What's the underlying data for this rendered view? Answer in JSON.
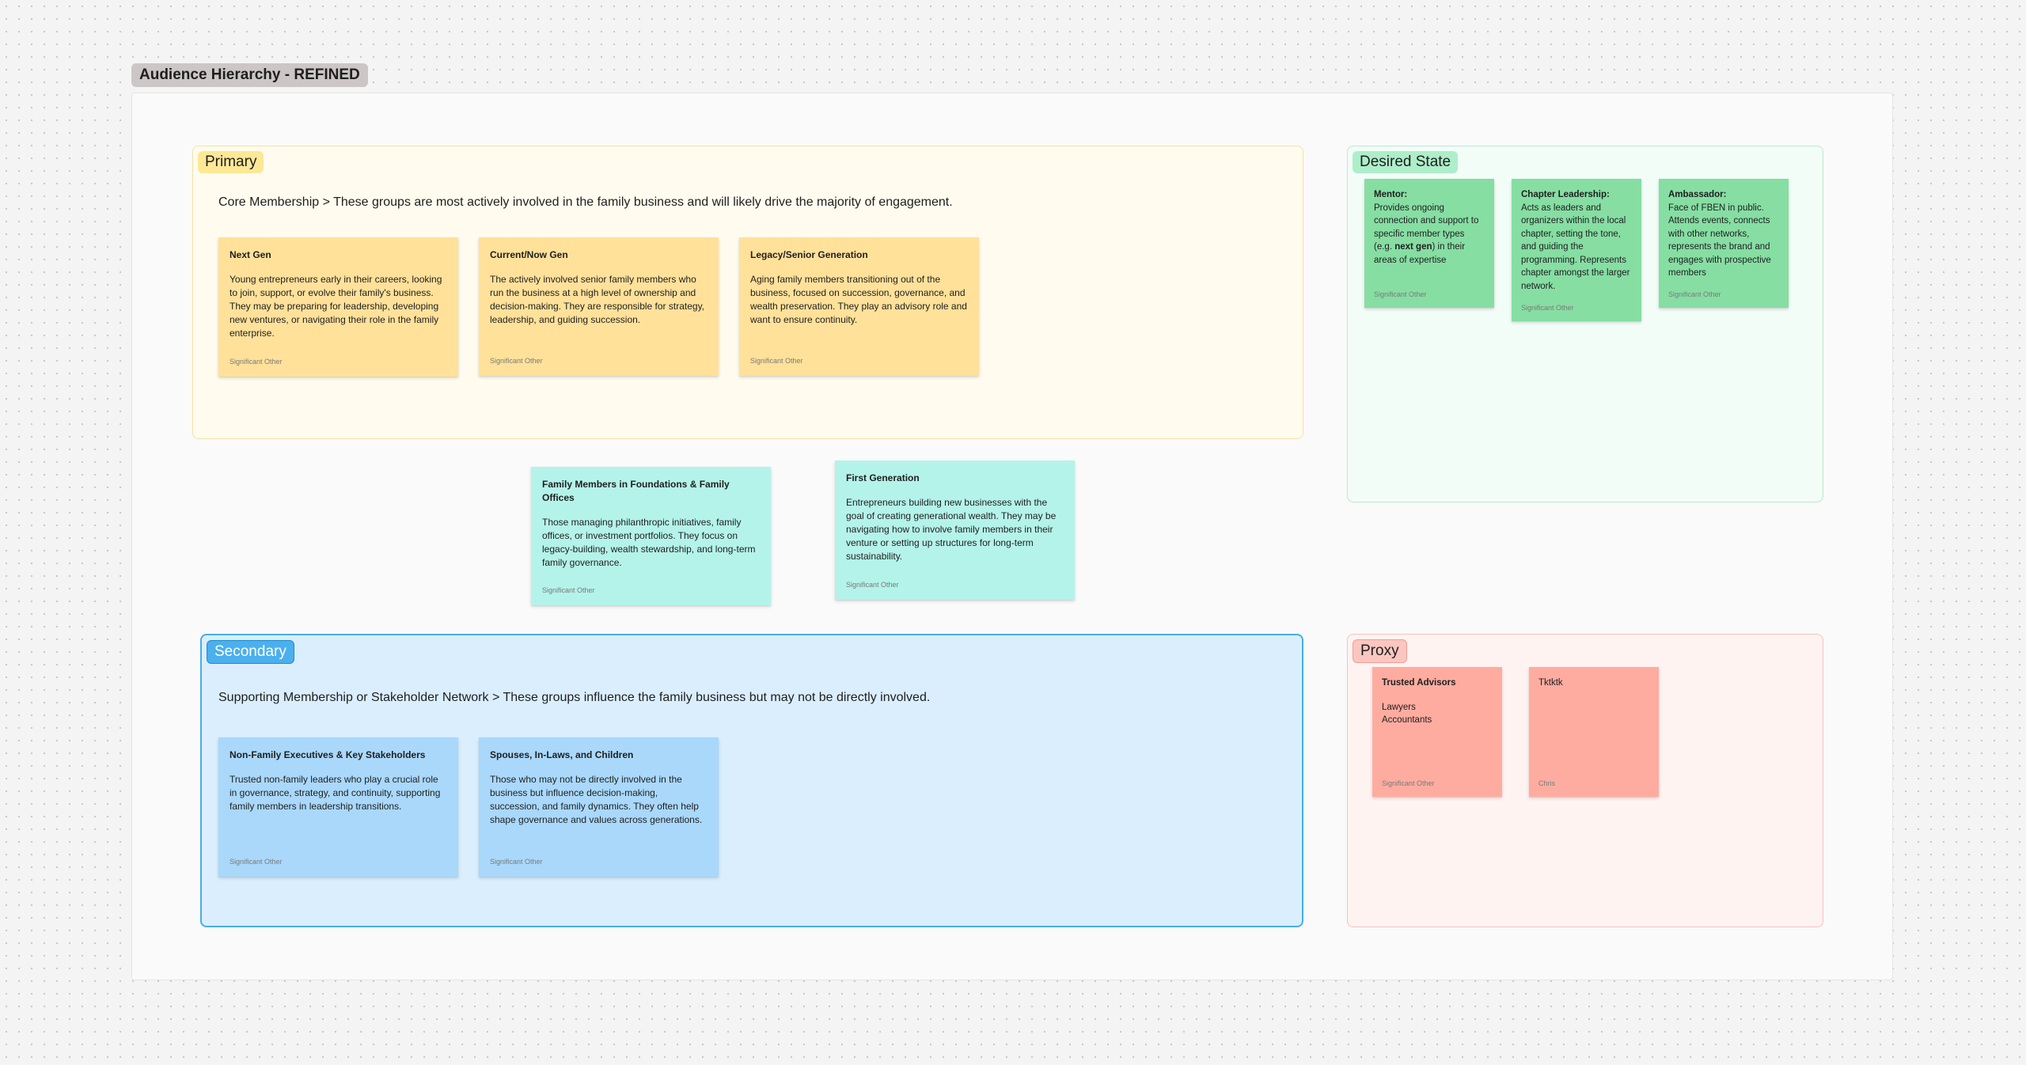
{
  "board": {
    "frame_title": "Audience Hierarchy - REFINED"
  },
  "primary": {
    "label": "Primary",
    "description": "Core Membership > These groups are most actively involved in the family business and will likely drive the majority of engagement.",
    "stickies": [
      {
        "title": "Next Gen",
        "body": "Young entrepreneurs early in their careers, looking to join, support, or evolve their family's business. They may be preparing for leadership, developing new ventures, or navigating their role in the family enterprise.",
        "author": "Significant Other"
      },
      {
        "title": "Current/Now Gen",
        "body": "The actively involved senior family members who run the business at a high level of ownership and decision-making. They are responsible for strategy, leadership, and guiding succession.",
        "author": "Significant Other"
      },
      {
        "title": "Legacy/Senior Generation",
        "body": "Aging family members transitioning out of the business, focused on succession, governance, and wealth preservation. They play an advisory role and want to ensure continuity.",
        "author": "Significant Other"
      }
    ]
  },
  "floating": [
    {
      "title": "Family Members in Foundations & Family Offices",
      "body": "Those managing philanthropic initiatives, family offices, or investment portfolios. They focus on legacy-building, wealth stewardship, and long-term family governance.",
      "author": "Significant Other"
    },
    {
      "title": "First Generation",
      "body": "Entrepreneurs building new businesses with the goal of creating generational wealth. They may be navigating how to involve family members in their venture or setting up structures for long-term sustainability.",
      "author": "Significant Other"
    }
  ],
  "desired": {
    "label": "Desired State",
    "stickies": [
      {
        "title": "Mentor:",
        "body_before": "Provides ongoing connection and support to specific member types (e.g. ",
        "body_bold": "next gen",
        "body_after": ") in their areas of expertise",
        "author": "Significant Other"
      },
      {
        "title": "Chapter Leadership:",
        "body": "Acts as leaders and organizers within the local chapter, setting the tone, and guiding the programming. Represents chapter amongst the larger network.",
        "author": "Significant Other"
      },
      {
        "title": "Ambassador:",
        "body": "Face of FBEN in public. Attends events, connects with other networks, represents the brand and engages with prospective members",
        "author": "Significant Other"
      }
    ]
  },
  "secondary": {
    "label": "Secondary",
    "description": "Supporting Membership or Stakeholder Network > These groups influence the family business but may not be directly involved.",
    "stickies": [
      {
        "title": "Non-Family Executives & Key Stakeholders",
        "body": "Trusted non-family leaders who play a crucial role in governance, strategy, and continuity, supporting family members in leadership transitions.",
        "author": "Significant Other"
      },
      {
        "title": "Spouses, In-Laws, and Children",
        "body": "Those who may not be directly involved in the business but influence decision-making, succession, and family dynamics. They often help shape governance and values across generations.",
        "author": "Significant Other"
      }
    ]
  },
  "proxy": {
    "label": "Proxy",
    "stickies": [
      {
        "title": "Trusted Advisors",
        "lines": [
          "Lawyers",
          "Accountants"
        ],
        "author": "Significant Other"
      },
      {
        "title": "Tktktk",
        "author": "Chris"
      }
    ]
  },
  "colors": {
    "primary_sticky": "#ffe19a",
    "floating_sticky": "#b4f3ea",
    "secondary_sticky": "#a9d8fb",
    "desired_sticky": "#86dea3",
    "proxy_sticky": "#ffaca0"
  }
}
